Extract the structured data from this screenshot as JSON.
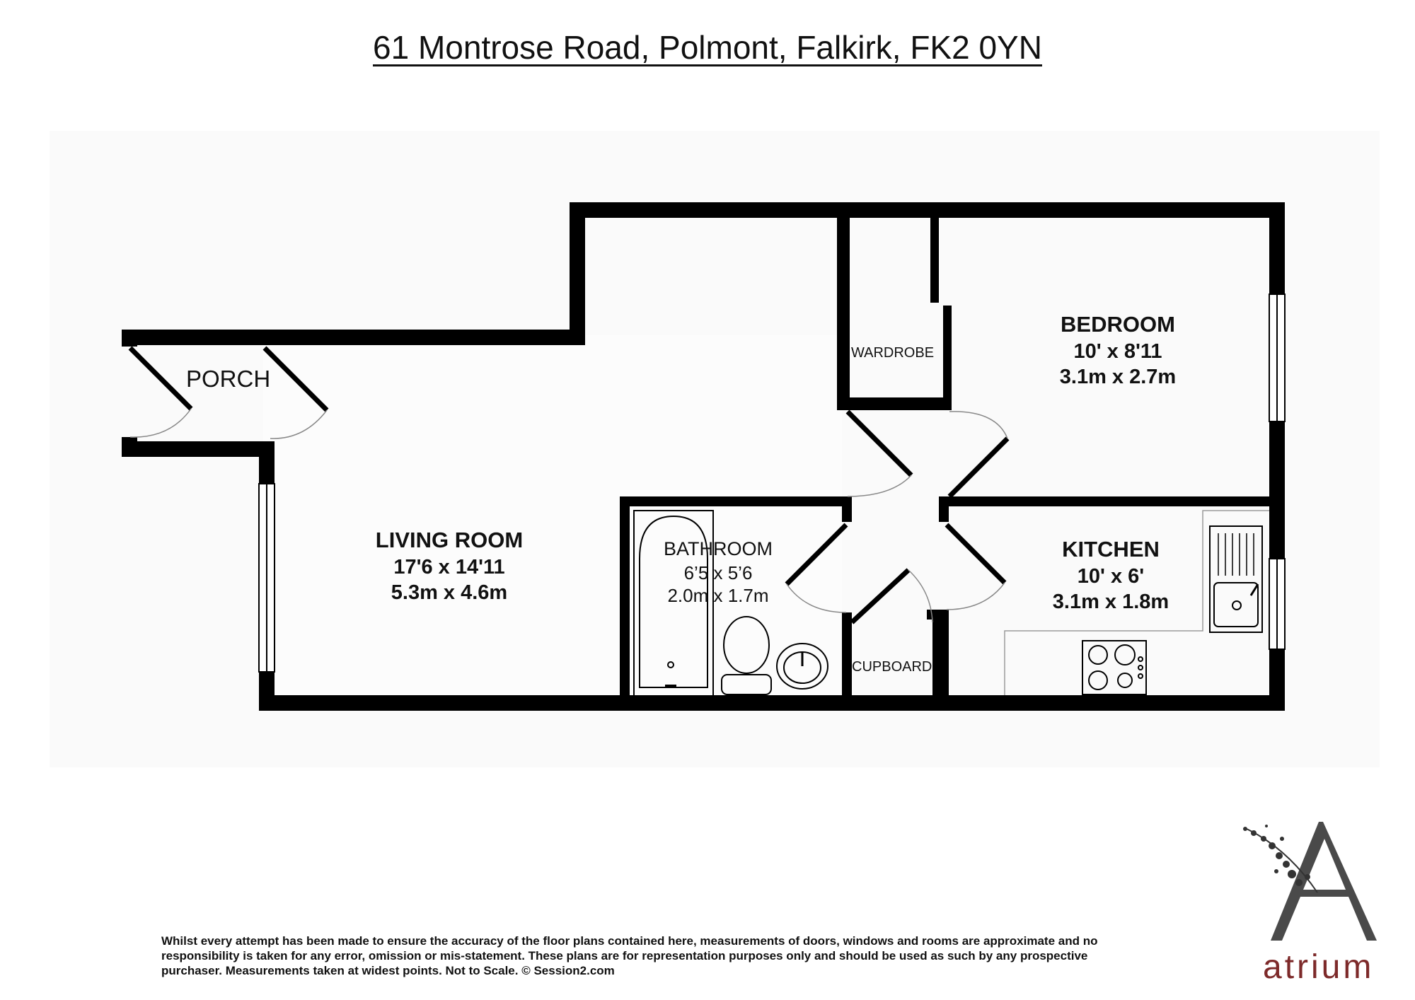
{
  "title": "61 Montrose Road, Polmont, Falkirk, FK2 0YN",
  "rooms": {
    "porch": {
      "name": "PORCH"
    },
    "living": {
      "name": "LIVING ROOM",
      "imperial": "17'6 x 14'11",
      "metric": "5.3m x 4.6m"
    },
    "bathroom": {
      "name": "BATHROOM",
      "imperial": "6’5 x 5’6",
      "metric": "2.0m x 1.7m"
    },
    "bedroom": {
      "name": "BEDROOM",
      "imperial": "10' x 8'11",
      "metric": "3.1m x 2.7m"
    },
    "kitchen": {
      "name": "KITCHEN",
      "imperial": "10' x 6'",
      "metric": "3.1m x 1.8m"
    },
    "wardrobe": {
      "name": "WARDROBE"
    },
    "cupboard": {
      "name": "CUPBOARD"
    }
  },
  "disclaimer": "Whilst every attempt has been made to ensure the accuracy of the floor plans contained here, measurements of doors, windows and rooms are approximate and no responsibility is taken for any error, omission or mis-statement. These plans are for representation purposes only and should be used as such by any prospective purchaser.  Measurements taken at widest points. Not to Scale. © Session2.com",
  "brand": {
    "name": "atrium",
    "color": "#7d2a2a",
    "icon": "atrium-logo-icon"
  }
}
